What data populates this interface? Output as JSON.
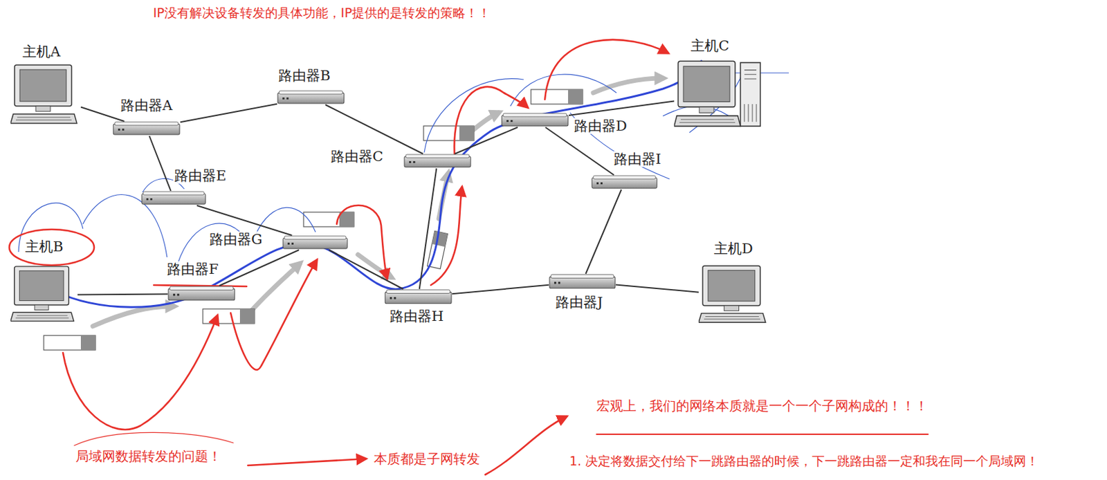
{
  "diagram": {
    "nodes": [
      {
        "text": [
          "主机A"
        ]
      },
      {
        "text": [
          "路由器B"
        ]
      },
      {
        "text": [
          "主机C"
        ]
      },
      {
        "text": [
          "路由器A"
        ]
      },
      {
        "text": [
          "路由器D"
        ]
      },
      {
        "text": [
          "路由器C"
        ]
      },
      {
        "text": [
          "路由器I"
        ]
      },
      {
        "text": [
          "路由器E"
        ]
      },
      {
        "text": [
          "路由器G"
        ]
      },
      {
        "text": [
          "主机B"
        ]
      },
      {
        "text": [
          "主机D"
        ]
      },
      {
        "text": [
          "路由器F"
        ]
      },
      {
        "text": [
          "路由器J"
        ]
      },
      {
        "text": [
          "路由器H"
        ]
      }
    ],
    "edges": [
      {
        "from": 0,
        "to": 3,
        "arrow": "none"
      },
      {
        "from": 3,
        "to": 1,
        "arrow": "none"
      },
      {
        "from": 3,
        "to": 7,
        "arrow": "none"
      },
      {
        "from": 1,
        "to": 5,
        "arrow": "none"
      },
      {
        "from": 7,
        "to": 8,
        "arrow": "none"
      },
      {
        "from": 9,
        "to": 11,
        "arrow": "none"
      },
      {
        "from": 11,
        "to": 8,
        "arrow": "none"
      },
      {
        "from": 8,
        "to": 13,
        "arrow": "none"
      },
      {
        "from": 13,
        "to": 5,
        "arrow": "none"
      },
      {
        "from": 5,
        "to": 4,
        "arrow": "none"
      },
      {
        "from": 4,
        "to": 2,
        "arrow": "none"
      },
      {
        "from": 4,
        "to": 6,
        "arrow": "none"
      },
      {
        "from": 6,
        "to": 12,
        "arrow": "none"
      },
      {
        "from": 13,
        "to": 12,
        "arrow": "none"
      },
      {
        "from": 12,
        "to": 10,
        "arrow": "none"
      }
    ],
    "labels": [
      "IP没有解决设备转发的具体功能，IP提供的是转发的策略！！",
      "局域网数据转发的问题！",
      "本质都是子网转发",
      "宏观上，我们的网络本质就是一个一个子网构成的！！！",
      "1. 决定将数据交付给下一跳路由器的时候，下一跳路由器一定和我在同一个局域网！"
    ]
  }
}
